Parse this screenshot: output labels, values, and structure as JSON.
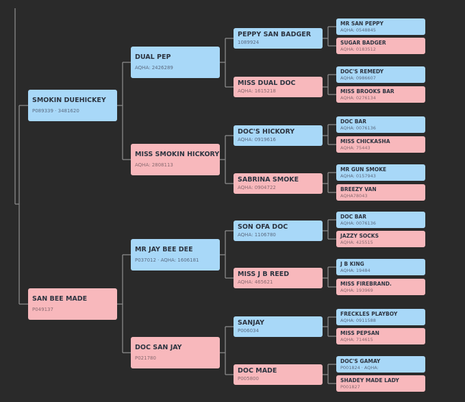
{
  "colors": {
    "background": "#2a2a2a",
    "male": "#a8d8f8",
    "female": "#f8b8bc",
    "connector": "#8a8a8a"
  },
  "pedigree": {
    "sire": {
      "name": "SMOKIN DUEHICKEY",
      "reg": "P089339 · 3481620",
      "sex": "male",
      "sire": {
        "name": "DUAL PEP",
        "reg": "AQHA: 2426289",
        "sex": "male",
        "sire": {
          "name": "PEPPY SAN BADGER",
          "reg": "1089924",
          "sex": "male",
          "sire": {
            "name": "MR SAN PEPPY",
            "reg": "AQHA: 0548845",
            "sex": "male"
          },
          "dam": {
            "name": "SUGAR BADGER",
            "reg": "AQHA: 0183512",
            "sex": "female"
          }
        },
        "dam": {
          "name": "MISS DUAL DOC",
          "reg": "AQHA: 1615218",
          "sex": "female",
          "sire": {
            "name": "DOC'S REMEDY",
            "reg": "AQHA: 0986607",
            "sex": "male"
          },
          "dam": {
            "name": "MISS BROOKS BAR",
            "reg": "AQHA: 0276134",
            "sex": "female"
          }
        }
      },
      "dam": {
        "name": "MISS SMOKIN HICKORY",
        "reg": "AQHA: 2808113",
        "sex": "female",
        "sire": {
          "name": "DOC'S HICKORY",
          "reg": "AQHA: 0919616",
          "sex": "male",
          "sire": {
            "name": "DOC BAR",
            "reg": "AQHA: 0076136",
            "sex": "male"
          },
          "dam": {
            "name": "MISS CHICKASHA",
            "reg": "AQHA: 75443",
            "sex": "female"
          }
        },
        "dam": {
          "name": "SABRINA SMOKE",
          "reg": "AQHA: 0904722",
          "sex": "female",
          "sire": {
            "name": "MR GUN SMOKE",
            "reg": "AQHA: 0157943",
            "sex": "male"
          },
          "dam": {
            "name": "BREEZY VAN",
            "reg": "AQHA78043",
            "sex": "female"
          }
        }
      }
    },
    "dam": {
      "name": "SAN BEE MADE",
      "reg": "P049137",
      "sex": "female",
      "sire": {
        "name": "MR JAY BEE DEE",
        "reg": "P037012 · AQHA: 1606181",
        "sex": "male",
        "sire": {
          "name": "SON OFA DOC",
          "reg": "AQHA: 1106780",
          "sex": "male",
          "sire": {
            "name": "DOC BAR",
            "reg": "AQHA: 0076136",
            "sex": "male"
          },
          "dam": {
            "name": "JAZZY SOCKS",
            "reg": "AQHA: 425515",
            "sex": "female"
          }
        },
        "dam": {
          "name": "MISS J B REED",
          "reg": "AQHA: 465621",
          "sex": "female",
          "sire": {
            "name": "J B KING",
            "reg": "AQHA: 19484",
            "sex": "male"
          },
          "dam": {
            "name": "MISS FIREBRAND.",
            "reg": "AQHA: 193969",
            "sex": "female"
          }
        }
      },
      "dam": {
        "name": "DOC SAN JAY",
        "reg": "P021780",
        "sex": "female",
        "sire": {
          "name": "SANJAY",
          "reg": "P006034",
          "sex": "male",
          "sire": {
            "name": "FRECKLES PLAYBOY",
            "reg": "AQHA: 0911588",
            "sex": "male"
          },
          "dam": {
            "name": "MISS PEPSAN",
            "reg": "AQHA: 714615",
            "sex": "female"
          }
        },
        "dam": {
          "name": "DOC MADE",
          "reg": "P005800",
          "sex": "female",
          "sire": {
            "name": "DOC'S GAMAY",
            "reg": "P001824 · AQHA:",
            "sex": "male"
          },
          "dam": {
            "name": "SHADEY MADE LADY",
            "reg": "P001827",
            "sex": "female"
          }
        }
      }
    }
  }
}
